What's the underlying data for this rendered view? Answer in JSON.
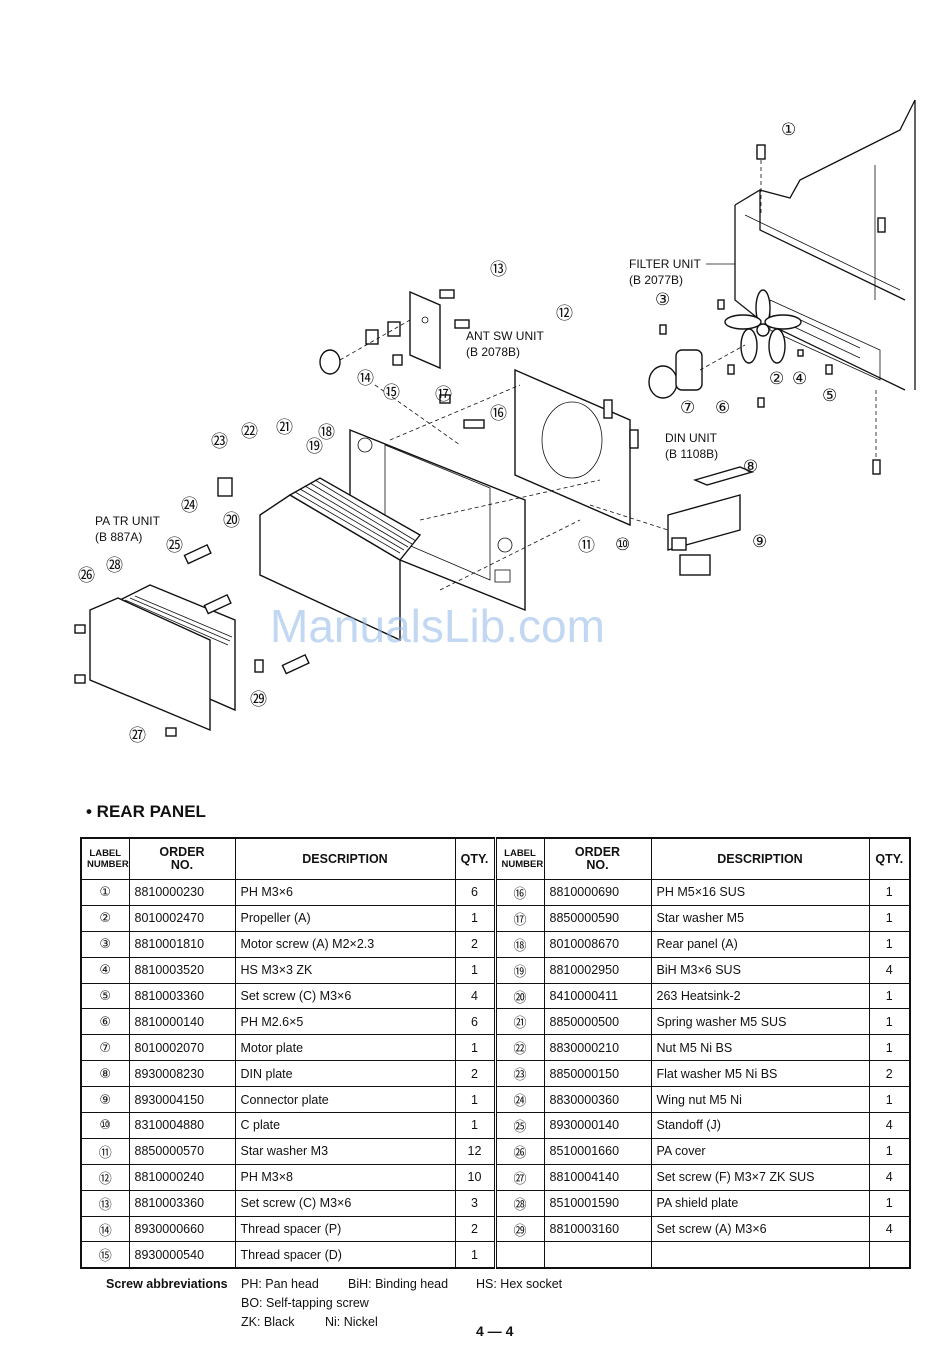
{
  "diagram": {
    "units": [
      {
        "name": "FILTER UNIT",
        "code": "(B 2077B)"
      },
      {
        "name": "ANT SW UNIT",
        "code": "(B 2078B)"
      },
      {
        "name": "DIN UNIT",
        "code": "(B 1108B)"
      },
      {
        "name": "PA TR UNIT",
        "code": "(B 887A)"
      }
    ],
    "callouts": [
      "①",
      "②",
      "③",
      "④",
      "⑤",
      "⑥",
      "⑦",
      "⑧",
      "⑨",
      "⑩",
      "⑪",
      "⑫",
      "⑬",
      "⑭",
      "⑮",
      "⑯",
      "⑰",
      "⑱",
      "⑲",
      "⑳",
      "㉑",
      "㉒",
      "㉓",
      "㉔",
      "㉕",
      "㉖",
      "㉗",
      "㉘",
      "㉙"
    ],
    "watermark": "ManualsLib.com"
  },
  "section_title": "• REAR PANEL",
  "table": {
    "headers": {
      "label": [
        "LABEL",
        "NUMBER"
      ],
      "order": [
        "ORDER",
        "NO."
      ],
      "description": "DESCRIPTION",
      "qty": "QTY."
    },
    "rows": [
      {
        "left": {
          "label": "①",
          "order": "8810000230",
          "desc": "PH M3×6",
          "qty": "6"
        },
        "right": {
          "label": "⑯",
          "order": "8810000690",
          "desc": "PH M5×16 SUS",
          "qty": "1"
        }
      },
      {
        "left": {
          "label": "②",
          "order": "8010002470",
          "desc": "Propeller (A)",
          "qty": "1"
        },
        "right": {
          "label": "⑰",
          "order": "8850000590",
          "desc": "Star washer M5",
          "qty": "1"
        }
      },
      {
        "left": {
          "label": "③",
          "order": "8810001810",
          "desc": "Motor screw (A) M2×2.3",
          "qty": "2"
        },
        "right": {
          "label": "⑱",
          "order": "8010008670",
          "desc": "Rear panel (A)",
          "qty": "1"
        }
      },
      {
        "left": {
          "label": "④",
          "order": "8810003520",
          "desc": "HS M3×3 ZK",
          "qty": "1"
        },
        "right": {
          "label": "⑲",
          "order": "8810002950",
          "desc": "BiH M3×6 SUS",
          "qty": "4"
        }
      },
      {
        "left": {
          "label": "⑤",
          "order": "8810003360",
          "desc": "Set screw (C) M3×6",
          "qty": "4"
        },
        "right": {
          "label": "⑳",
          "order": "8410000411",
          "desc": "263 Heatsink-2",
          "qty": "1"
        }
      },
      {
        "left": {
          "label": "⑥",
          "order": "8810000140",
          "desc": "PH M2.6×5",
          "qty": "6"
        },
        "right": {
          "label": "㉑",
          "order": "8850000500",
          "desc": "Spring washer M5 SUS",
          "qty": "1"
        }
      },
      {
        "left": {
          "label": "⑦",
          "order": "8010002070",
          "desc": "Motor plate",
          "qty": "1"
        },
        "right": {
          "label": "㉒",
          "order": "8830000210",
          "desc": "Nut M5 Ni BS",
          "qty": "1"
        }
      },
      {
        "left": {
          "label": "⑧",
          "order": "8930008230",
          "desc": "DIN plate",
          "qty": "2"
        },
        "right": {
          "label": "㉓",
          "order": "8850000150",
          "desc": "Flat washer M5 Ni BS",
          "qty": "2"
        }
      },
      {
        "left": {
          "label": "⑨",
          "order": "8930004150",
          "desc": "Connector plate",
          "qty": "1"
        },
        "right": {
          "label": "㉔",
          "order": "8830000360",
          "desc": "Wing nut M5 Ni",
          "qty": "1"
        }
      },
      {
        "left": {
          "label": "⑩",
          "order": "8310004880",
          "desc": "C plate",
          "qty": "1"
        },
        "right": {
          "label": "㉕",
          "order": "8930000140",
          "desc": "Standoff (J)",
          "qty": "4"
        }
      },
      {
        "left": {
          "label": "⑪",
          "order": "8850000570",
          "desc": "Star washer M3",
          "qty": "12"
        },
        "right": {
          "label": "㉖",
          "order": "8510001660",
          "desc": "PA cover",
          "qty": "1"
        }
      },
      {
        "left": {
          "label": "⑫",
          "order": "8810000240",
          "desc": "PH M3×8",
          "qty": "10"
        },
        "right": {
          "label": "㉗",
          "order": "8810004140",
          "desc": "Set screw (F) M3×7 ZK SUS",
          "qty": "4"
        }
      },
      {
        "left": {
          "label": "⑬",
          "order": "8810003360",
          "desc": "Set screw (C) M3×6",
          "qty": "3"
        },
        "right": {
          "label": "㉘",
          "order": "8510001590",
          "desc": "PA shield plate",
          "qty": "1"
        }
      },
      {
        "left": {
          "label": "⑭",
          "order": "8930000660",
          "desc": "Thread spacer (P)",
          "qty": "2"
        },
        "right": {
          "label": "㉙",
          "order": "8810003160",
          "desc": "Set screw (A) M3×6",
          "qty": "4"
        }
      },
      {
        "left": {
          "label": "⑮",
          "order": "8930000540",
          "desc": "Thread spacer (D)",
          "qty": "1"
        },
        "right": {
          "label": "",
          "order": "",
          "desc": "",
          "qty": ""
        }
      }
    ]
  },
  "abbreviations": {
    "heading": "Screw abbreviations",
    "items": [
      "PH: Pan head",
      "BiH: Binding head",
      "HS: Hex socket",
      "BO: Self-tapping screw",
      "ZK: Black",
      "Ni: Nickel"
    ]
  },
  "page_number": "4 — 4"
}
